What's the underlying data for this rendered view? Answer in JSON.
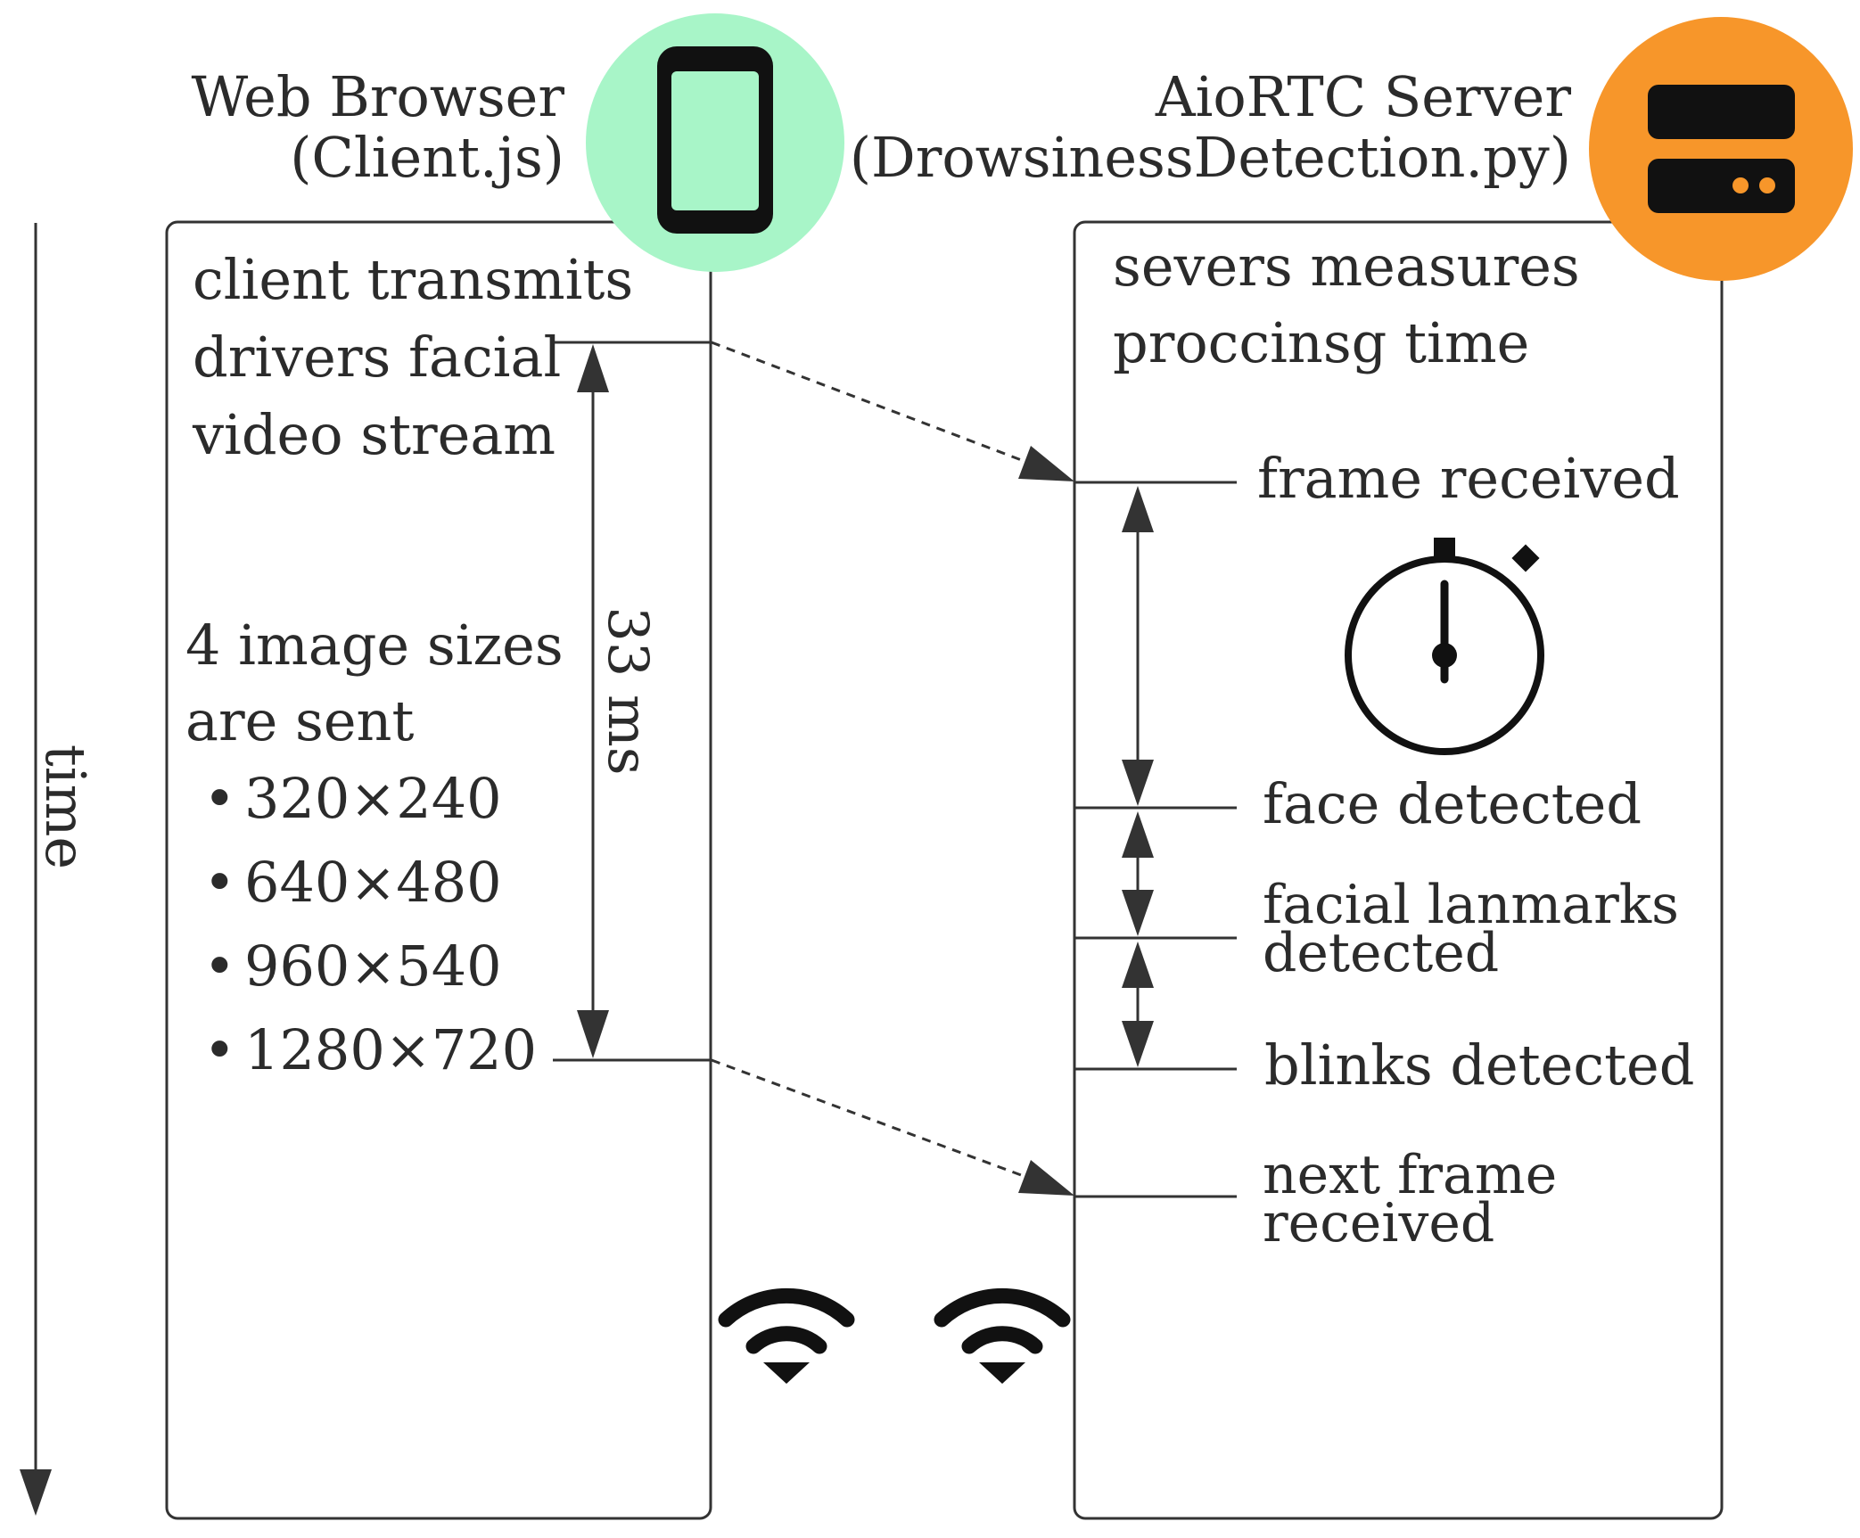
{
  "client": {
    "title_line1": "Web Browser",
    "title_line2": "(Client.js)",
    "icon": "smartphone-icon",
    "icon_bg": "#a8f5c8",
    "desc": [
      "client transmits",
      "drivers facial",
      "video stream"
    ],
    "sizes_heading": [
      "4 image sizes",
      "are sent"
    ],
    "sizes": [
      "320×240",
      "640×480",
      "960×540",
      "1280×720"
    ],
    "bullet": "•"
  },
  "server": {
    "title_line1": "AioRTC Server",
    "title_line2": "(DrowsinessDetection.py)",
    "icon": "server-icon",
    "icon_bg": "#f7962a",
    "desc": [
      "severs measures",
      "proccinsg time"
    ],
    "events": {
      "frame_received": "frame received",
      "face_detected": "face detected",
      "landmarks_line1": "facial lanmarks",
      "landmarks_line2": "detected",
      "blinks_detected": "blinks detected",
      "next_line1": "next frame",
      "next_line2": "received"
    },
    "timer_icon": "stopwatch-icon"
  },
  "interval_label": "33 ms",
  "time_axis_label": "time",
  "network_icons": [
    "wifi-icon",
    "wifi-icon"
  ]
}
